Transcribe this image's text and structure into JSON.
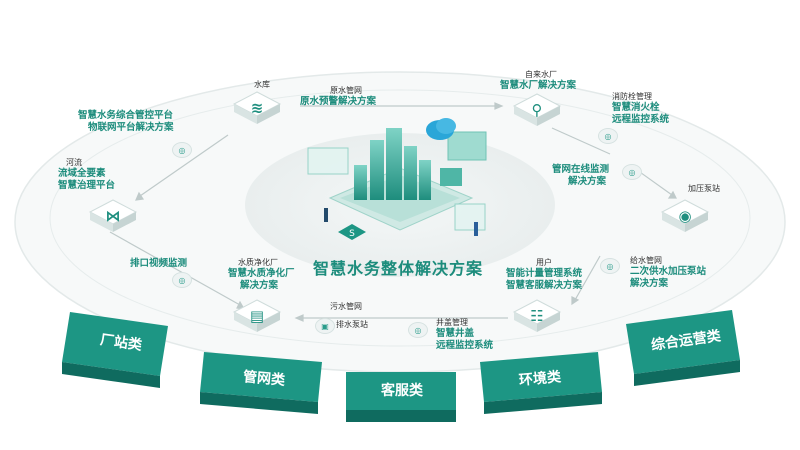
{
  "center": {
    "title": "智慧水务整体解决方案"
  },
  "labels": {
    "reservoir": "水库",
    "raw_pipe": {
      "top": "原水管网",
      "sub": "原水预警解决方案"
    },
    "water_plant": {
      "top": "自来水厂",
      "sub": "智慧水厂解决方案"
    },
    "fire": {
      "top": "消防栓管理",
      "sub1": "智慧消火栓",
      "sub2": "远程监控系统"
    },
    "platform": {
      "line1": "智慧水务综合管控平台",
      "line2": "物联网平台解决方案"
    },
    "river": {
      "top": "河流",
      "line1": "流域全要素",
      "line2": "智慧治理平台"
    },
    "pipe_monitor": {
      "line1": "管网在线监测",
      "line2": "解决方案"
    },
    "booster": "加压泵站",
    "outfall": "排口视频监测",
    "purify": {
      "top": "水质净化厂",
      "line1": "智慧水质净化厂",
      "line2": "解决方案"
    },
    "user": {
      "top": "用户",
      "line1": "智能计量管理系统",
      "line2": "智慧客服解决方案"
    },
    "supply": {
      "top": "给水管网",
      "line1": "二次供水加压泵站",
      "line2": "解决方案"
    },
    "sewage": "污水管网",
    "drain_pump": "排水泵站",
    "manhole": {
      "top": "井盖管理",
      "line1": "智慧井盖",
      "line2": "远程监控系统"
    }
  },
  "categories": [
    "厂站类",
    "管网类",
    "客服类",
    "环境类",
    "综合运营类"
  ],
  "colors": {
    "accent": "#1c8c7c",
    "tile_dark": "#0f6b5f",
    "tile_mid": "#1d9684"
  },
  "icons": {
    "reservoir": "waves-icon",
    "water_plant": "faucet-icon",
    "river": "river-icon",
    "booster": "pump-icon",
    "purify": "purifier-icon",
    "user": "chat-icon",
    "center_logo": "brand-logo-icon"
  }
}
